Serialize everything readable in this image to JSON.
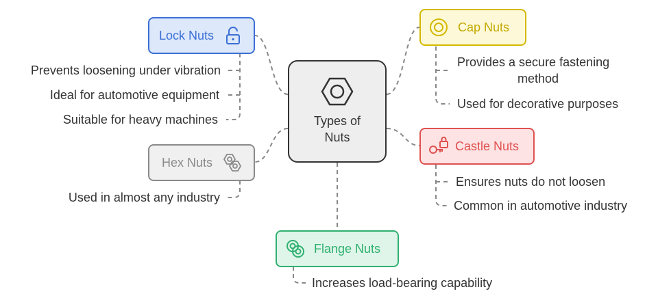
{
  "center": {
    "title_line1": "Types of",
    "title_line2": "Nuts",
    "icon": "hex-nut-icon"
  },
  "nodes": {
    "lock": {
      "label": "Lock Nuts",
      "icon": "unlock-icon",
      "color": "#3b6fd4",
      "fill": "#dde8fb"
    },
    "cap": {
      "label": "Cap Nuts",
      "icon": "circle-target-icon",
      "color": "#d4b800",
      "fill": "#fdf9d8"
    },
    "hex": {
      "label": "Hex Nuts",
      "icon": "hex-pair-icon",
      "color": "#8a8a8a",
      "fill": "#f0f0f0"
    },
    "castle": {
      "label": "Castle Nuts",
      "icon": "key-lock-icon",
      "color": "#e05050",
      "fill": "#fde3e3"
    },
    "flange": {
      "label": "Flange Nuts",
      "icon": "rings-icon",
      "color": "#2fb070",
      "fill": "#dff5e9"
    }
  },
  "items": {
    "lock": [
      "Prevents loosening under vibration",
      "Ideal for automotive equipment",
      "Suitable for heavy machines"
    ],
    "cap": [
      "Provides a secure fastening",
      "method",
      "Used for decorative purposes"
    ],
    "hex": [
      "Used in almost any industry"
    ],
    "castle": [
      "Ensures nuts do not loosen",
      "Common in automotive industry"
    ],
    "flange": [
      "Increases load-bearing capability"
    ]
  }
}
